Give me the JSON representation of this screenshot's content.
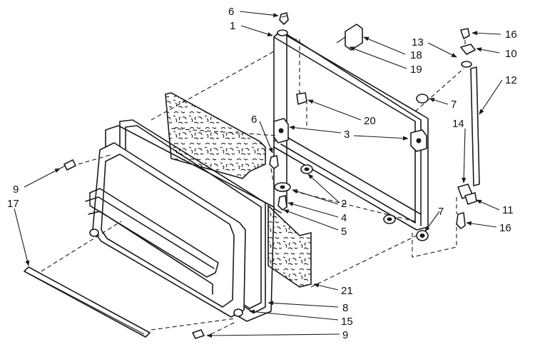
{
  "diagram": {
    "callouts": [
      {
        "id": "c6a",
        "text": "6"
      },
      {
        "id": "c1",
        "text": "1"
      },
      {
        "id": "c13",
        "text": "13"
      },
      {
        "id": "c16a",
        "text": "16"
      },
      {
        "id": "c10",
        "text": "10"
      },
      {
        "id": "c18",
        "text": "18"
      },
      {
        "id": "c19",
        "text": "19"
      },
      {
        "id": "c12",
        "text": "12"
      },
      {
        "id": "c7a",
        "text": "7"
      },
      {
        "id": "c20",
        "text": "20"
      },
      {
        "id": "c6b",
        "text": "6"
      },
      {
        "id": "c3",
        "text": "3"
      },
      {
        "id": "c14",
        "text": "14"
      },
      {
        "id": "c9a",
        "text": "9"
      },
      {
        "id": "c17",
        "text": "17"
      },
      {
        "id": "c2",
        "text": "2"
      },
      {
        "id": "c4",
        "text": "4"
      },
      {
        "id": "c5",
        "text": "5"
      },
      {
        "id": "c7b",
        "text": "7"
      },
      {
        "id": "c11",
        "text": "11"
      },
      {
        "id": "c16b",
        "text": "16"
      },
      {
        "id": "c21",
        "text": "21"
      },
      {
        "id": "c8",
        "text": "8"
      },
      {
        "id": "c15",
        "text": "15"
      },
      {
        "id": "c9b",
        "text": "9"
      }
    ]
  }
}
